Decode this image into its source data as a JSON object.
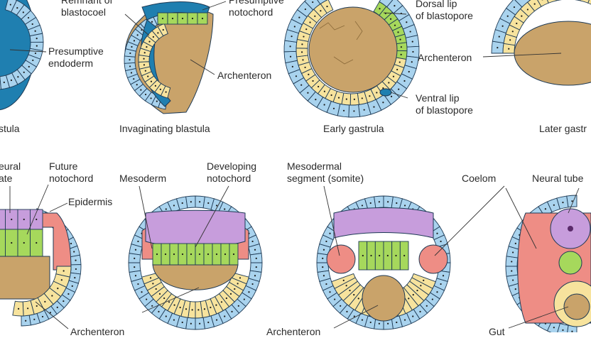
{
  "colors": {
    "ectoderm": "#a9d3ee",
    "endoderm": "#f7e39d",
    "mesoderm": "#ee8d85",
    "notochord": "#a6d85c",
    "neural": "#c79ddc",
    "blastocoel": "#1f7fb0",
    "cavity": "#c9a36a",
    "cell_outline": "#1e3a55"
  },
  "top_row": {
    "captions": [
      "stula",
      "Invaginating blastula",
      "Early gastrula",
      "Later gastr"
    ],
    "labels": {
      "remnant_blastocoel": "Remnant of\nblastocoel",
      "presumptive_notochord": "Presumptive\nnotochord",
      "presumptive_endoderm": "Presumptive\nendoderm",
      "archenteron_b": "Archenteron",
      "dorsal_lip": "Dorsal lip\nof blastopore",
      "ventral_lip": "Ventral lip\nof blastopore",
      "archenteron_c": "Archenteron"
    }
  },
  "bottom_row": {
    "labels": {
      "neural_plate": "eural\nate",
      "future_notochord": "Future\nnotochord",
      "epidermis": "Epidermis",
      "mesoderm": "Mesoderm",
      "developing_notochord": "Developing\nnotochord",
      "mesodermal_segment": "Mesodermal\nsegment (somite)",
      "coelom": "Coelom",
      "neural_tube": "Neural tube",
      "archenteron_1": "Archenteron",
      "archenteron_2": "Archenteron",
      "gut": "Gut"
    }
  }
}
